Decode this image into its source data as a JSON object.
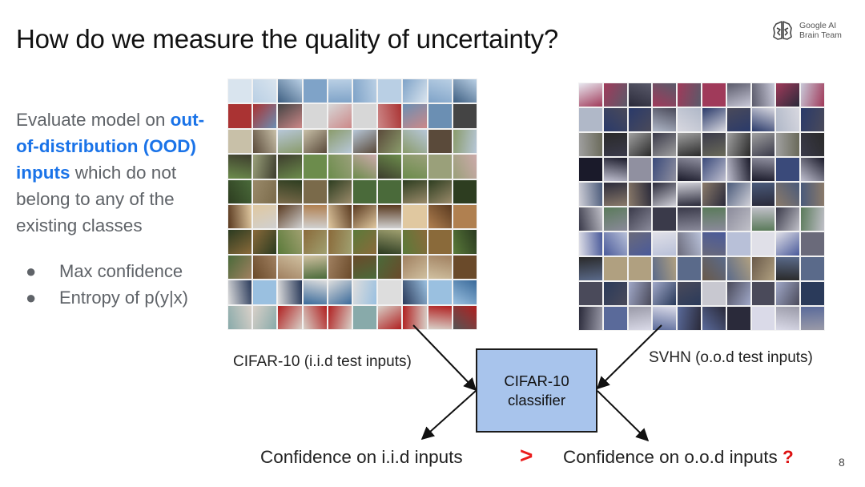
{
  "slide": {
    "title": "How do we measure the quality of uncertainty?",
    "page_number": "8"
  },
  "brand": {
    "logo_icon": "google-brain-logo-icon",
    "line1": "Google AI",
    "line2": "Brain Team"
  },
  "lede": {
    "part1": "Evaluate model on ",
    "highlight": "out-of-distribution (OOD) inputs",
    "part2": " which do not belong to any of the existing classes",
    "highlight_color": "#1a73e8"
  },
  "bullets": {
    "marker": "●",
    "items": [
      "Max confidence",
      "Entropy of p(y|x)"
    ]
  },
  "figures": {
    "cifar_caption": "CIFAR-10 (i.i.d test inputs)",
    "svhn_caption": "SVHN  (o.o.d test inputs)",
    "cifar_grid_description_icon": "cifar10-sample-grid-image",
    "svhn_grid_description_icon": "svhn-sample-grid-image"
  },
  "classifier": {
    "line1": "CIFAR-10",
    "line2": "classifier",
    "fill": "#a8c4ec"
  },
  "comparison": {
    "left": "Confidence on i.i.d inputs",
    "operator": ">",
    "right": "Confidence on o.o.d inputs ",
    "question": "?",
    "operator_color": "#ea1c1c"
  }
}
